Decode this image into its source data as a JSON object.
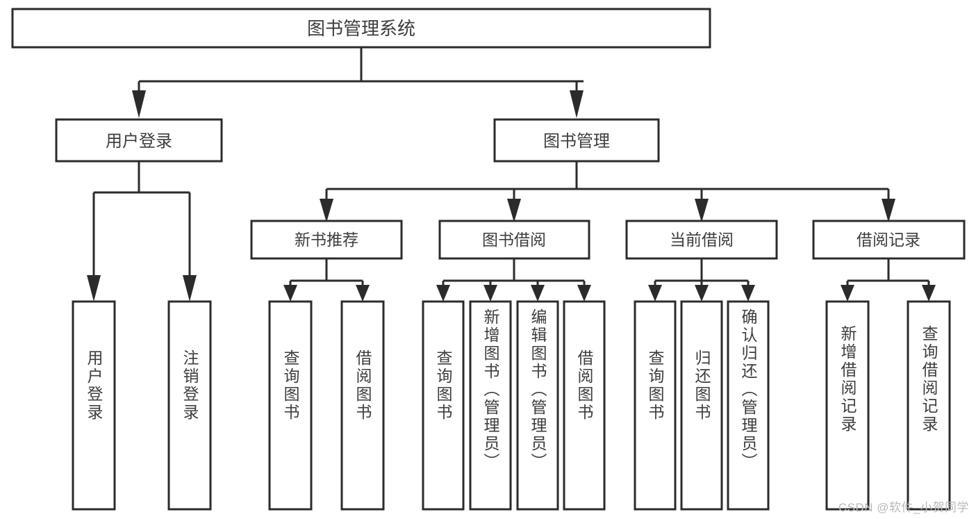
{
  "diagram": {
    "type": "tree-hierarchy",
    "title": "图书管理系统",
    "root": {
      "label": "图书管理系统"
    },
    "level1": [
      {
        "label": "用户登录"
      },
      {
        "label": "图书管理"
      }
    ],
    "level2": [
      {
        "label": "新书推荐",
        "parent": "图书管理"
      },
      {
        "label": "图书借阅",
        "parent": "图书管理"
      },
      {
        "label": "当前借阅",
        "parent": "图书管理"
      },
      {
        "label": "借阅记录",
        "parent": "图书管理"
      }
    ],
    "leaves": {
      "user_login": [
        "用户登录",
        "注销登录"
      ],
      "new_book_recommend": [
        "查询图书",
        "借阅图书"
      ],
      "book_borrow": [
        "查询图书",
        "新增图书（管理员）",
        "编辑图书（管理员）",
        "借阅图书"
      ],
      "current_borrow": [
        "查询图书",
        "归还图书",
        "确认归还（管理员）"
      ],
      "borrow_record": [
        "新增借阅记录",
        "查询借阅记录"
      ]
    }
  },
  "watermark": {
    "text": "CSDN @软件_小贺同学"
  },
  "colors": {
    "stroke": "#2b2b2b",
    "box_fill": "#ffffff",
    "text": "#3d3d3d",
    "background": "#ffffff",
    "watermark": "#b9b9b9"
  }
}
